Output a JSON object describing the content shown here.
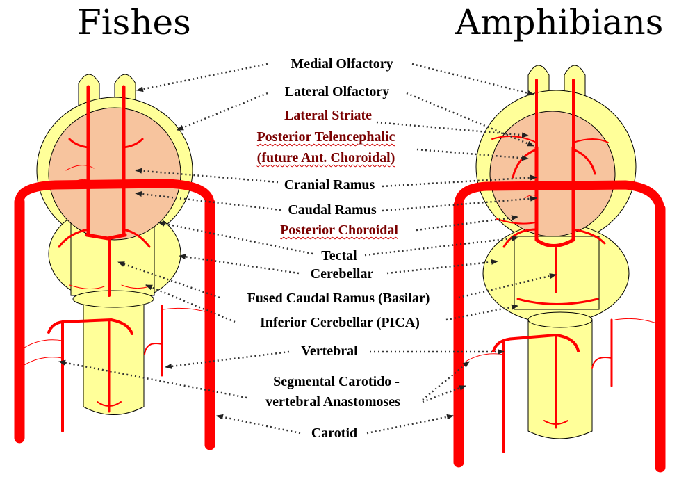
{
  "titles": {
    "left": "Fishes",
    "right": "Amphibians"
  },
  "labels": {
    "medial_olfactory": "Medial Olfactory",
    "lateral_olfactory": "Lateral Olfactory",
    "lateral_striate": "Lateral Striate",
    "posterior_telencephalic": "Posterior Telencephalic",
    "future_ant_choroidal": "(future Ant. Choroidal)",
    "cranial_ramus": "Cranial Ramus",
    "caudal_ramus": "Caudal Ramus",
    "posterior_choroidal": "Posterior Choroidal",
    "tectal": "Tectal",
    "cerebellar": "Cerebellar",
    "fused_caudal_ramus": "Fused Caudal Ramus (Basilar)",
    "inferior_cerebellar": "Inferior Cerebellar (PICA)",
    "vertebral": "Vertebral",
    "segmental_line1": "Segmental Carotido -",
    "segmental_line2": "vertebral Anastomoses",
    "carotid": "Carotid"
  },
  "colors": {
    "brain_fill": "#ffff99",
    "hemisphere_fill": "#f7c49e",
    "artery": "#ff0000",
    "label_red": "#7a0000",
    "pointer": "#333333"
  }
}
